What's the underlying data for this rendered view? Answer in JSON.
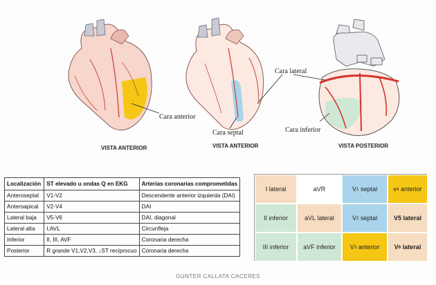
{
  "diagrams": {
    "caption_1": "VISTA ANTERIOR",
    "caption_2": "VISTA ANTERIOR",
    "caption_3": "VISTA POSTERIOR",
    "label_anterior": "Cara anterior",
    "label_lateral": "Cara lateral",
    "label_septal": "Cara septal",
    "label_inferior": "Cara inferior"
  },
  "table": {
    "headers": [
      "Localización",
      "ST elevado u ondas Q en EKG",
      "Arterias coronarias comprometidas"
    ],
    "rows": [
      [
        "Anteroseptal",
        "V1-V2",
        "Descendente anterior izquierda (DAI)"
      ],
      [
        "Anteroapical",
        "V2-V4",
        "DAI"
      ],
      [
        "Lateral baja",
        "V5-V6",
        "DAI, diagonal"
      ],
      [
        "Lateral alta",
        "I,AVL",
        "Circunfleja"
      ],
      [
        "Inferior",
        "II, III, AVF",
        "Coronaria derecha"
      ],
      [
        "Posterior",
        "R grande V1,V2,V3, ↓ST recíprocuo",
        "Coronaria derecha"
      ]
    ]
  },
  "leads": {
    "cells": [
      {
        "text": "I lateral",
        "base": "",
        "sub": "",
        "suffix": "",
        "color": "#f6dcc0",
        "bold": false
      },
      {
        "text": "aVR",
        "base": "",
        "sub": "",
        "suffix": "",
        "color": "#ffffff",
        "bold": false
      },
      {
        "text": "",
        "base": "V",
        "sub": "1",
        "suffix": " septal",
        "color": "#a9d4ec",
        "bold": false
      },
      {
        "text": "",
        "base": "v",
        "sub": "4",
        "suffix": " anterior",
        "color": "#f5c613",
        "bold": false
      },
      {
        "text": "II inferior",
        "base": "",
        "sub": "",
        "suffix": "",
        "color": "#cfe8d6",
        "bold": false
      },
      {
        "text": "aVL lateral",
        "base": "",
        "sub": "",
        "suffix": "",
        "color": "#f6dcc0",
        "bold": false
      },
      {
        "text": "",
        "base": "V",
        "sub": "2",
        "suffix": " septal",
        "color": "#a9d4ec",
        "bold": false
      },
      {
        "text": "V5 lateral",
        "base": "",
        "sub": "",
        "suffix": "",
        "color": "#f6dcc0",
        "bold": true
      },
      {
        "text": "III inferior",
        "base": "",
        "sub": "",
        "suffix": "",
        "color": "#cfe8d6",
        "bold": false
      },
      {
        "text": "aVF inferior",
        "base": "",
        "sub": "",
        "suffix": "",
        "color": "#cfe8d6",
        "bold": false
      },
      {
        "text": "",
        "base": "V",
        "sub": "3",
        "suffix": " anterior",
        "color": "#f5c613",
        "bold": false
      },
      {
        "text": "",
        "base": "V",
        "sub": "6",
        "suffix": " lateral",
        "color": "#f6dcc0",
        "bold": true
      }
    ]
  },
  "colors": {
    "anterior": "#f5c613",
    "septal": "#a9d4ec",
    "inferior": "#cfe8d6",
    "lateral": "#f6dcc0",
    "artery": "#d9332b"
  },
  "credit": "GUNTER CALLATA CACERES"
}
